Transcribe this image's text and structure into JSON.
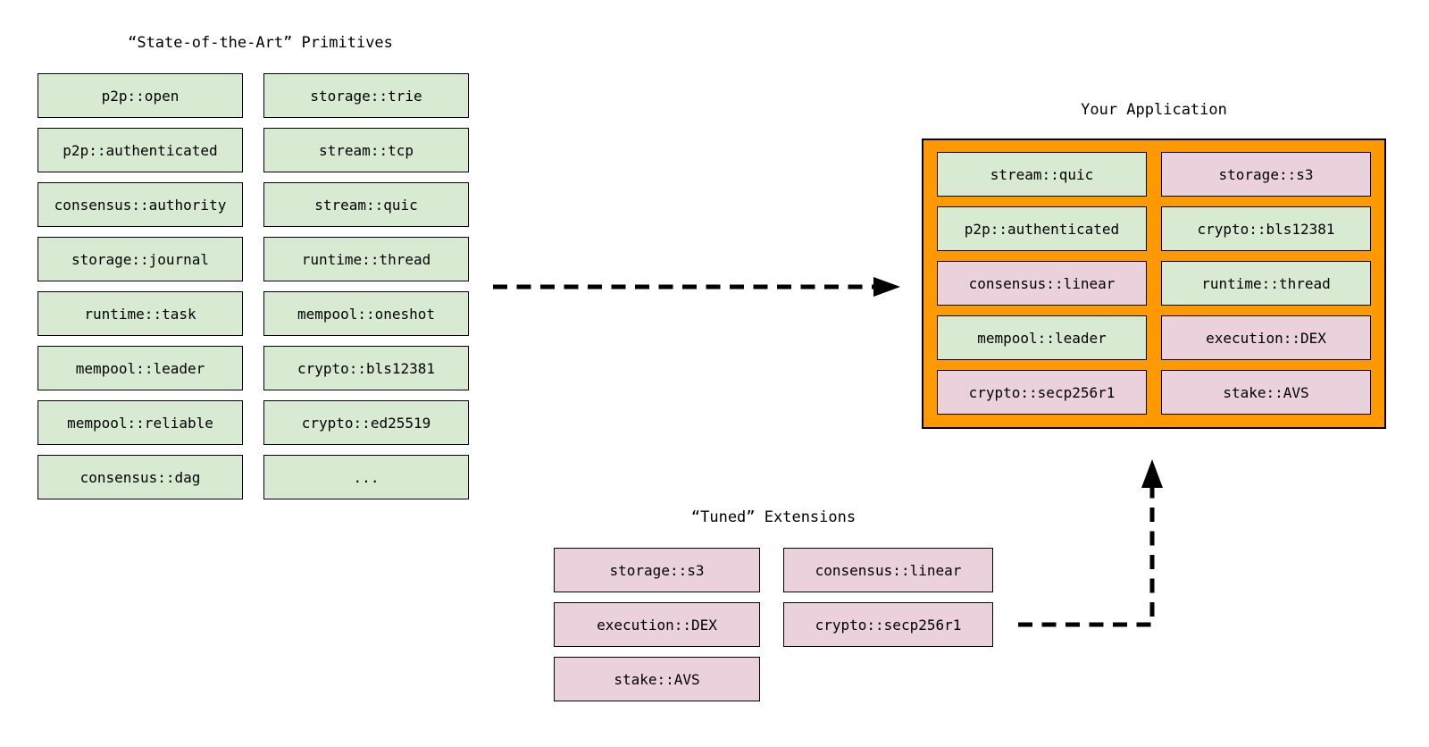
{
  "colors": {
    "background": "#ffffff",
    "primitive_fill": "#d9ead3",
    "extension_fill": "#ead1dc",
    "application_fill": "#ff9900",
    "box_border": "#000000",
    "arrow": "#000000"
  },
  "primitives": {
    "title": "“State-of-the-Art” Primitives",
    "column1": [
      "p2p::open",
      "p2p::authenticated",
      "consensus::authority",
      "storage::journal",
      "runtime::task",
      "mempool::leader",
      "mempool::reliable",
      "consensus::dag"
    ],
    "column2": [
      "storage::trie",
      "stream::tcp",
      "stream::quic",
      "runtime::thread",
      "mempool::oneshot",
      "crypto::bls12381",
      "crypto::ed25519",
      "..."
    ]
  },
  "application": {
    "title": "Your Application",
    "cells": [
      {
        "label": "stream::quic",
        "type": "primitive"
      },
      {
        "label": "storage::s3",
        "type": "extension"
      },
      {
        "label": "p2p::authenticated",
        "type": "primitive"
      },
      {
        "label": "crypto::bls12381",
        "type": "primitive"
      },
      {
        "label": "consensus::linear",
        "type": "extension"
      },
      {
        "label": "runtime::thread",
        "type": "primitive"
      },
      {
        "label": "mempool::leader",
        "type": "primitive"
      },
      {
        "label": "execution::DEX",
        "type": "extension"
      },
      {
        "label": "crypto::secp256r1",
        "type": "extension"
      },
      {
        "label": "stake::AVS",
        "type": "extension"
      }
    ]
  },
  "extensions": {
    "title": "“Tuned” Extensions",
    "column1": [
      "storage::s3",
      "execution::DEX",
      "stake::AVS"
    ],
    "column2": [
      "consensus::linear",
      "crypto::secp256r1"
    ]
  }
}
